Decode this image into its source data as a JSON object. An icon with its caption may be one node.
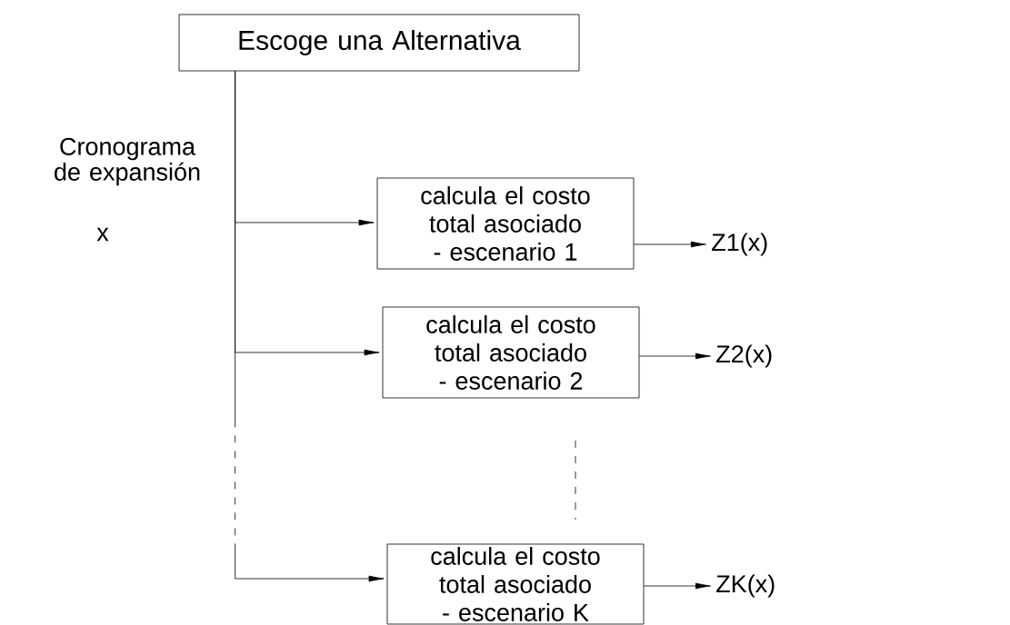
{
  "diagram": {
    "nodes": [
      {
        "text": [
          "Escoge una Alternativa"
        ]
      },
      {
        "text": [
          "calcula el costo total asociado - escenario 1"
        ]
      },
      {
        "text": [
          "Z1(x)"
        ]
      },
      {
        "text": [
          "calcula el costo total asociado - escenario 2"
        ]
      },
      {
        "text": [
          "Z2(x)"
        ]
      },
      {
        "text": [
          "calcula el costo total asociado - escenario K"
        ]
      },
      {
        "text": [
          "ZK(x)"
        ]
      }
    ],
    "edges": [
      {
        "from": 0,
        "to": 1,
        "arrow": "to"
      },
      {
        "from": 0,
        "to": 3,
        "arrow": "to"
      },
      {
        "from": 0,
        "to": 5,
        "arrow": "to",
        "style": "dashed"
      },
      {
        "from": 1,
        "to": 2,
        "arrow": "to"
      },
      {
        "from": 3,
        "to": 4,
        "arrow": "to"
      },
      {
        "from": 5,
        "to": 6,
        "arrow": "to"
      }
    ],
    "labels": [
      "Cronograma de expansión",
      "x"
    ]
  }
}
